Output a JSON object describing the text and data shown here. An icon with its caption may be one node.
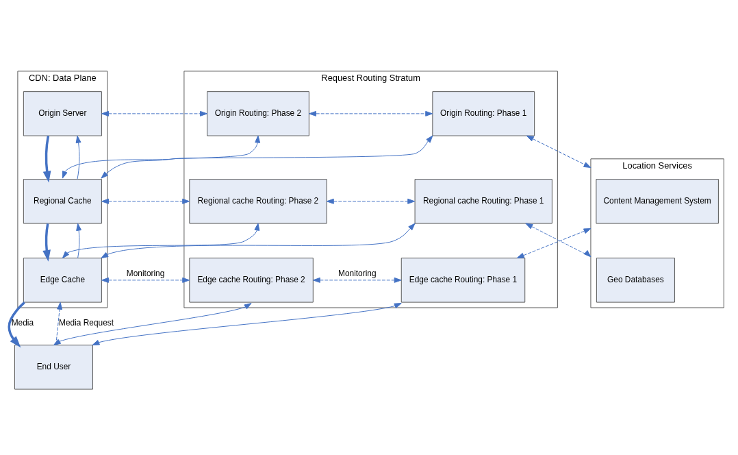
{
  "diagram": {
    "nodes": [
      {
        "text": [
          "CDN: Data Plane"
        ]
      },
      {
        "text": [
          "Origin Server"
        ],
        "in": 0
      },
      {
        "text": [
          "Regional Cache"
        ],
        "in": 0
      },
      {
        "text": [
          "Edge Cache"
        ],
        "in": 0
      },
      {
        "text": [
          "Request Routing Stratum"
        ]
      },
      {
        "text": [
          "Origin Routing: Phase 2"
        ],
        "in": 4
      },
      {
        "text": [
          "Origin Routing: Phase 1"
        ],
        "in": 4
      },
      {
        "text": [
          "Regional cache Routing: Phase 2"
        ],
        "in": 4
      },
      {
        "text": [
          "Regional cache Routing: Phase 1"
        ],
        "in": 4
      },
      {
        "text": [
          "Edge cache Routing: Phase 2"
        ],
        "in": 4
      },
      {
        "text": [
          "Edge cache Routing: Phase 1"
        ],
        "in": 4
      },
      {
        "text": [
          "Location Services"
        ]
      },
      {
        "text": [
          "Content Management System"
        ],
        "in": 11
      },
      {
        "text": [
          "Geo Databases"
        ],
        "in": 11
      },
      {
        "text": [
          "End User"
        ]
      }
    ],
    "edges": [
      {
        "from": 1,
        "to": 5,
        "arrow": "both",
        "style": "dashed"
      },
      {
        "from": 5,
        "to": 6,
        "arrow": "both",
        "style": "dashed"
      },
      {
        "from": 6,
        "to": 11,
        "arrow": "both",
        "style": "dashed"
      },
      {
        "from": 2,
        "to": 7,
        "arrow": "both",
        "style": "dashed"
      },
      {
        "from": 7,
        "to": 8,
        "arrow": "both",
        "style": "dashed"
      },
      {
        "from": 8,
        "to": 11,
        "arrow": "both",
        "style": "dashed"
      },
      {
        "from": 3,
        "to": 9,
        "arrow": "both",
        "style": "dashed",
        "label": "Monitoring"
      },
      {
        "from": 9,
        "to": 10,
        "arrow": "both",
        "style": "dashed",
        "label": "Monitoring"
      },
      {
        "from": 10,
        "to": 11,
        "arrow": "both",
        "style": "dashed"
      },
      {
        "from": 1,
        "to": 2,
        "arrow": "to",
        "style": "thick"
      },
      {
        "from": 2,
        "to": 1,
        "arrow": "to"
      },
      {
        "from": 2,
        "to": 3,
        "arrow": "to",
        "style": "thick"
      },
      {
        "from": 3,
        "to": 2,
        "arrow": "to"
      },
      {
        "from": 3,
        "to": 14,
        "arrow": "to",
        "style": "thick",
        "label": "Media"
      },
      {
        "from": 14,
        "to": 3,
        "arrow": "to",
        "style": "dashed",
        "label": "Media Request"
      },
      {
        "from": 2,
        "to": 5,
        "arrow": "both"
      },
      {
        "from": 2,
        "to": 6,
        "arrow": "both"
      },
      {
        "from": 3,
        "to": 7,
        "arrow": "both"
      },
      {
        "from": 3,
        "to": 8,
        "arrow": "both"
      },
      {
        "from": 14,
        "to": 9,
        "arrow": "both"
      },
      {
        "from": 14,
        "to": 10,
        "arrow": "both"
      }
    ]
  }
}
